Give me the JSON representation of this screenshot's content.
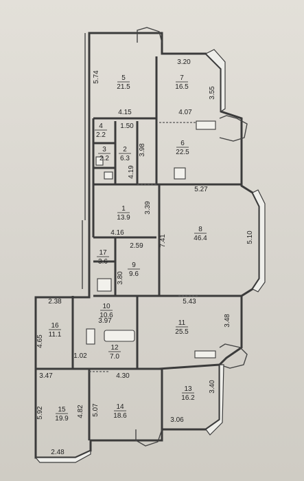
{
  "rooms": [
    {
      "id": "5",
      "number": "5",
      "area": "21.5"
    },
    {
      "id": "7",
      "number": "7",
      "area": "16.5"
    },
    {
      "id": "4",
      "number": "4",
      "area": "2.2"
    },
    {
      "id": "3",
      "number": "3",
      "area": "2.2"
    },
    {
      "id": "2",
      "number": "2",
      "area": "6.3"
    },
    {
      "id": "6",
      "number": "6",
      "area": "22.5"
    },
    {
      "id": "1",
      "number": "1",
      "area": "13.9"
    },
    {
      "id": "8",
      "number": "8",
      "area": "46.4"
    },
    {
      "id": "17",
      "number": "17",
      "area": "3.6"
    },
    {
      "id": "9",
      "number": "9",
      "area": "9.6"
    },
    {
      "id": "10",
      "number": "10",
      "area": "10.6"
    },
    {
      "id": "16",
      "number": "16",
      "area": "11.1"
    },
    {
      "id": "11",
      "number": "11",
      "area": "25.5"
    },
    {
      "id": "12",
      "number": "12",
      "area": "7.0"
    },
    {
      "id": "15",
      "number": "15",
      "area": "19.9"
    },
    {
      "id": "14",
      "number": "14",
      "area": "18.6"
    },
    {
      "id": "13",
      "number": "13",
      "area": "16.2"
    }
  ],
  "dimensions": [
    {
      "id": "d1",
      "text": "5.74"
    },
    {
      "id": "d2",
      "text": "3.20"
    },
    {
      "id": "d3",
      "text": "3.55"
    },
    {
      "id": "d4",
      "text": "4.15"
    },
    {
      "id": "d5",
      "text": "4.07"
    },
    {
      "id": "d6",
      "text": "1.50"
    },
    {
      "id": "d7",
      "text": "3.98"
    },
    {
      "id": "d8",
      "text": "4.19"
    },
    {
      "id": "d9",
      "text": "5.27"
    },
    {
      "id": "d10",
      "text": "3.39"
    },
    {
      "id": "d11",
      "text": "7.41"
    },
    {
      "id": "d12",
      "text": "5.10"
    },
    {
      "id": "d13",
      "text": "4.16"
    },
    {
      "id": "d14",
      "text": "2.59"
    },
    {
      "id": "d15",
      "text": "3.80"
    },
    {
      "id": "d16",
      "text": "2.38"
    },
    {
      "id": "d17",
      "text": "5.43"
    },
    {
      "id": "d18",
      "text": "3.48"
    },
    {
      "id": "d19",
      "text": "3.97"
    },
    {
      "id": "d20",
      "text": "4.65"
    },
    {
      "id": "d21",
      "text": "1.02"
    },
    {
      "id": "d22",
      "text": "3.47"
    },
    {
      "id": "d23",
      "text": "4.30"
    },
    {
      "id": "d24",
      "text": "3.40"
    },
    {
      "id": "d25",
      "text": "5.92"
    },
    {
      "id": "d26",
      "text": "4.82"
    },
    {
      "id": "d27",
      "text": "5.07"
    },
    {
      "id": "d28",
      "text": "3.06"
    },
    {
      "id": "d29",
      "text": "2.48"
    }
  ]
}
